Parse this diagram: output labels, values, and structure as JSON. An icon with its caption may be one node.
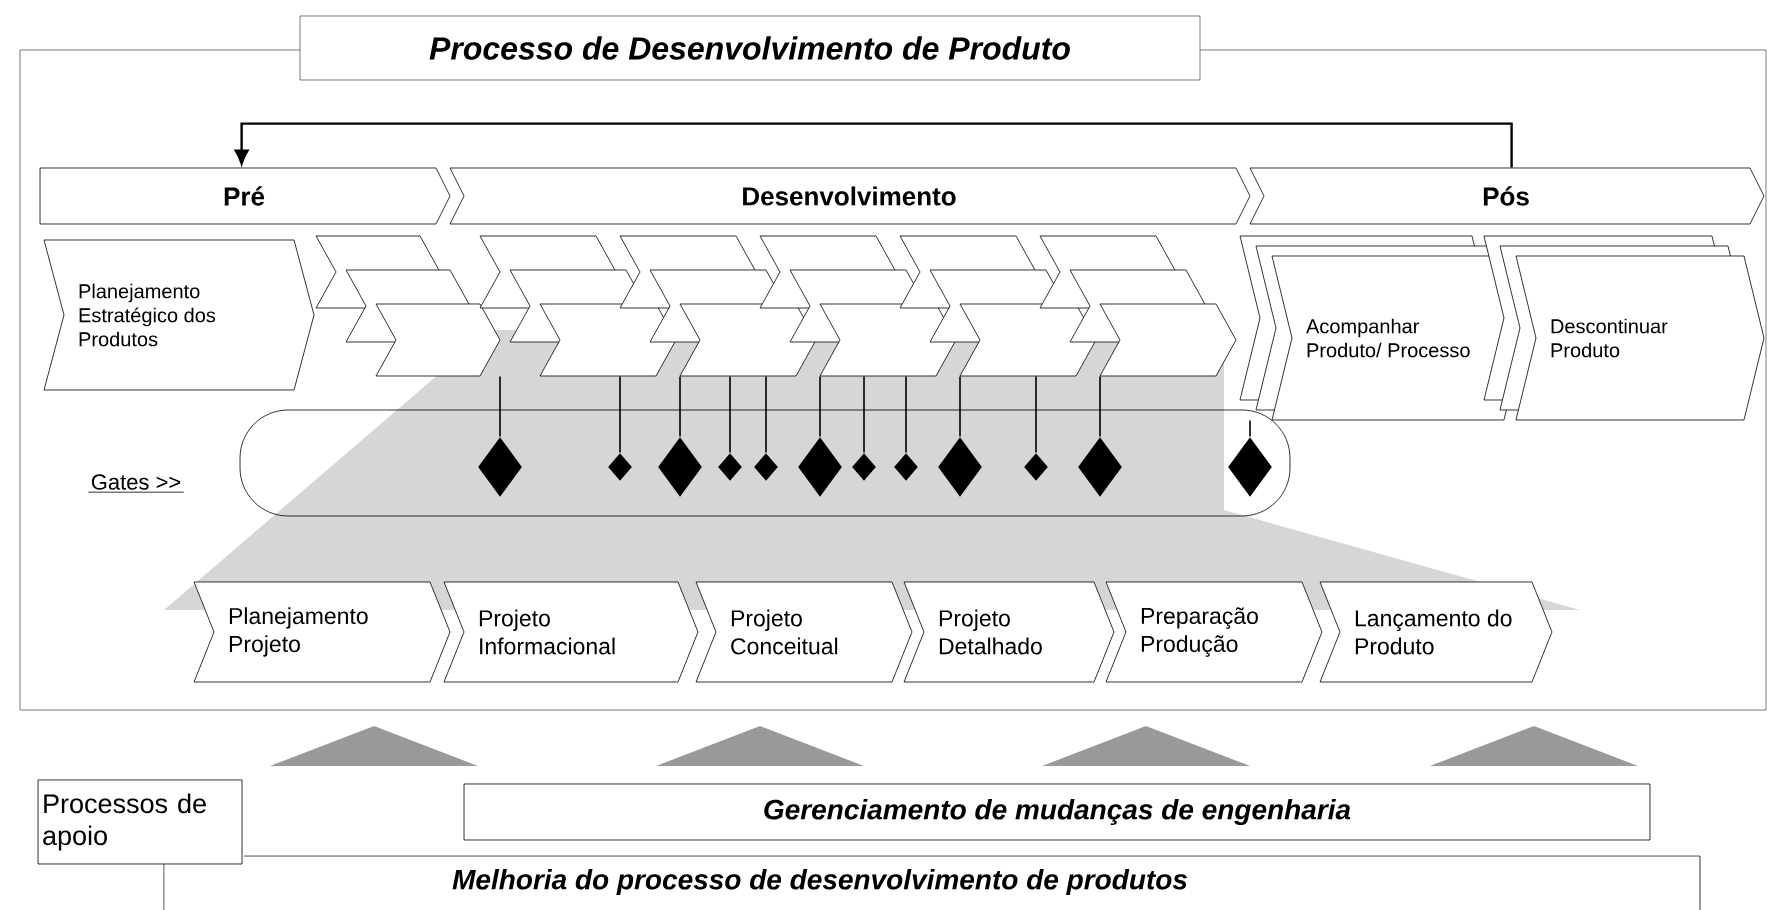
{
  "diagram": {
    "nodes": [
      {
        "text": [
          "Processo de Desenvolvimento de Produto"
        ]
      },
      {
        "text": [
          "Pré"
        ]
      },
      {
        "text": [
          "Desenvolvimento"
        ]
      },
      {
        "text": [
          "Pós"
        ]
      },
      {
        "text": [
          "Planejamento Estratégico dos Produtos"
        ]
      },
      {
        "text": [],
        "shape": "chevron"
      },
      {
        "text": [],
        "shape": "chevron"
      },
      {
        "text": [],
        "shape": "chevron"
      },
      {
        "text": [],
        "shape": "chevron"
      },
      {
        "text": [],
        "shape": "chevron"
      },
      {
        "text": [],
        "shape": "chevron"
      },
      {
        "text": [
          "Acompanhar Produto/ Processo"
        ]
      },
      {
        "text": [
          "Descontinuar Produto"
        ]
      },
      {
        "text": [
          "Gates >>"
        ]
      },
      {
        "text": [],
        "shape": "diamond",
        "in": 13
      },
      {
        "text": [],
        "shape": "diamond",
        "in": 13
      },
      {
        "text": [],
        "shape": "diamond",
        "in": 13
      },
      {
        "text": [],
        "shape": "diamond",
        "in": 13
      },
      {
        "text": [],
        "shape": "diamond",
        "in": 13
      },
      {
        "text": [],
        "shape": "diamond",
        "in": 13
      },
      {
        "text": [],
        "shape": "diamond",
        "in": 13
      },
      {
        "text": [],
        "shape": "diamond",
        "in": 13
      },
      {
        "text": [],
        "shape": "diamond",
        "in": 13
      },
      {
        "text": [],
        "shape": "diamond",
        "in": 13
      },
      {
        "text": [],
        "shape": "diamond",
        "in": 13
      },
      {
        "text": [],
        "shape": "diamond",
        "in": 13
      },
      {
        "text": [
          "Planejamento Projeto"
        ]
      },
      {
        "text": [
          "Projeto Informacional"
        ]
      },
      {
        "text": [
          "Projeto Conceitual"
        ]
      },
      {
        "text": [
          "Projeto Detalhado"
        ]
      },
      {
        "text": [
          "Preparação Produção"
        ]
      },
      {
        "text": [
          "Lançamento do Produto"
        ]
      },
      {
        "text": [],
        "shape": "triangle"
      },
      {
        "text": [],
        "shape": "triangle"
      },
      {
        "text": [],
        "shape": "triangle"
      },
      {
        "text": [],
        "shape": "triangle"
      },
      {
        "text": [
          "Processos de apoio"
        ]
      },
      {
        "text": [
          "Gerenciamento de mudanças de engenharia"
        ]
      },
      {
        "text": [
          "Melhoria do processo de desenvolvimento de produtos"
        ]
      }
    ],
    "edges": [
      {
        "from": 3,
        "to": 1,
        "arrow": "to"
      },
      {
        "from": 5,
        "to": 14,
        "arrow": "none"
      },
      {
        "from": 6,
        "to": 15,
        "arrow": "none"
      },
      {
        "from": 6,
        "to": 16,
        "arrow": "none"
      },
      {
        "from": 7,
        "to": 17,
        "arrow": "none"
      },
      {
        "from": 7,
        "to": 18,
        "arrow": "none"
      },
      {
        "from": 7,
        "to": 19,
        "arrow": "none"
      },
      {
        "from": 8,
        "to": 20,
        "arrow": "none"
      },
      {
        "from": 8,
        "to": 21,
        "arrow": "none"
      },
      {
        "from": 8,
        "to": 22,
        "arrow": "none"
      },
      {
        "from": 9,
        "to": 23,
        "arrow": "none"
      },
      {
        "from": 9,
        "to": 24,
        "arrow": "none"
      },
      {
        "from": 11,
        "to": 25,
        "arrow": "none"
      }
    ]
  }
}
